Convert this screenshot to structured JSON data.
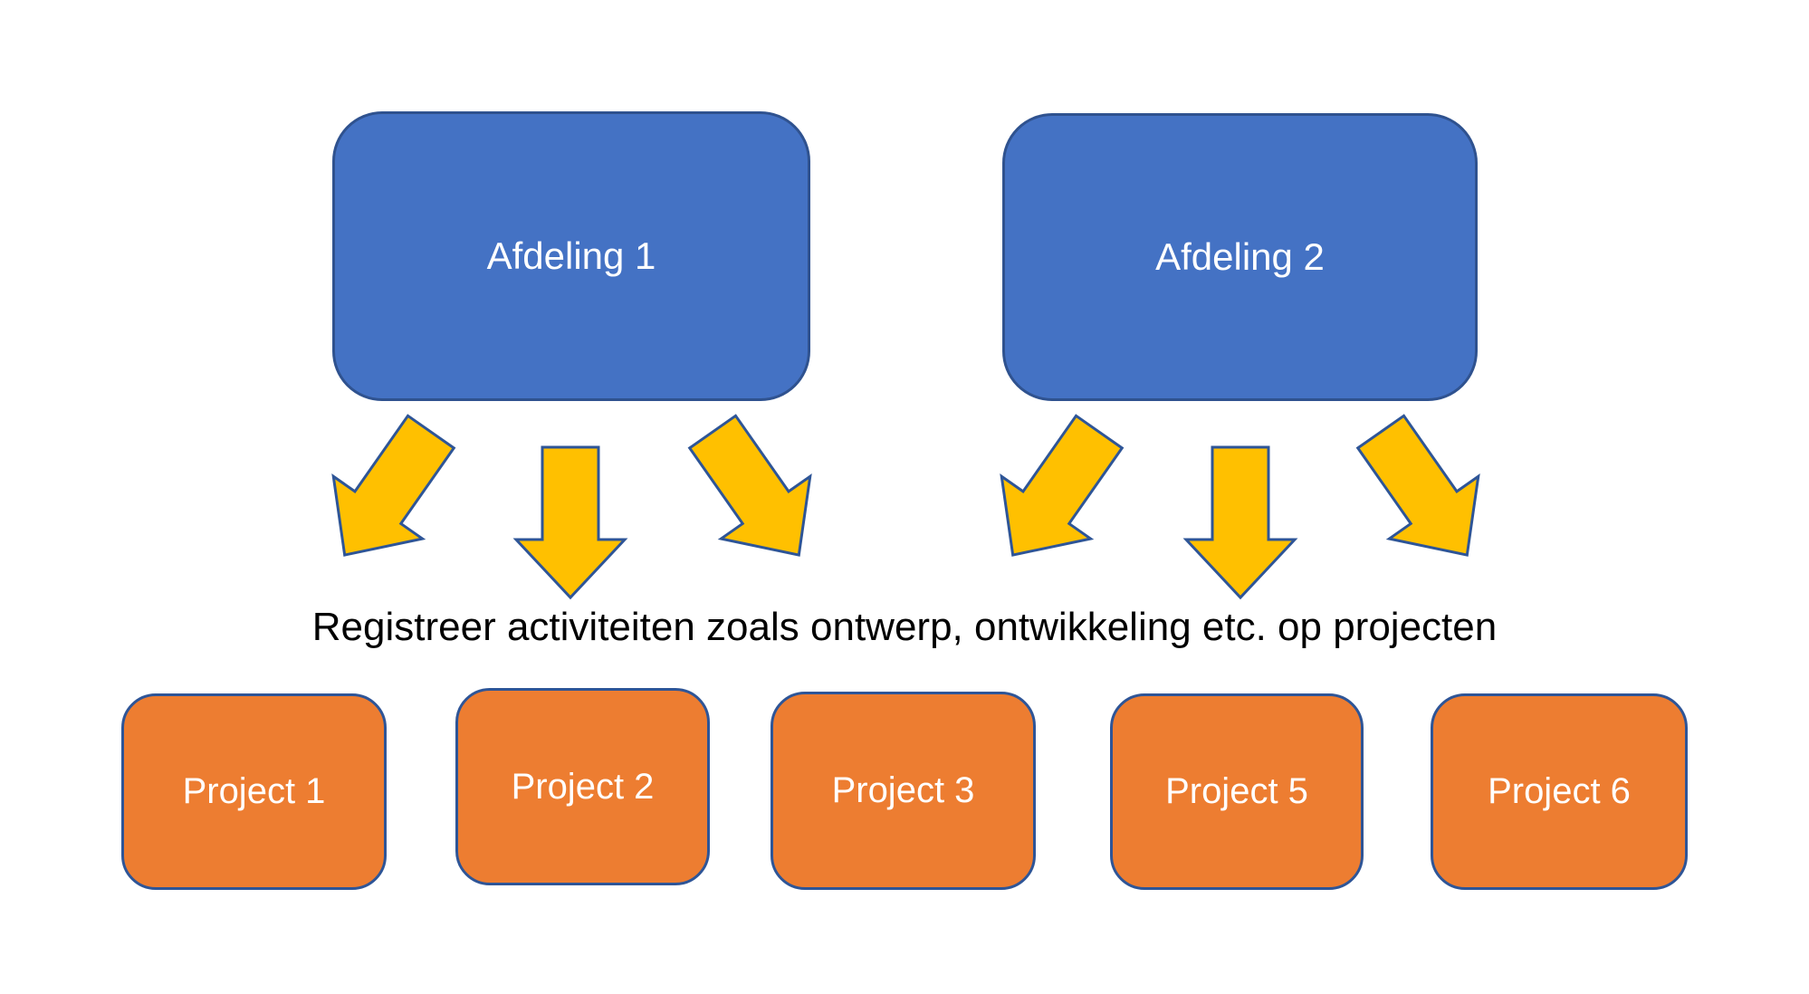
{
  "departments": [
    {
      "label": "Afdeling 1"
    },
    {
      "label": "Afdeling 2"
    }
  ],
  "arrows": [
    {
      "direction": "down-left",
      "from": "Afdeling 1"
    },
    {
      "direction": "down",
      "from": "Afdeling 1"
    },
    {
      "direction": "down-right",
      "from": "Afdeling 1"
    },
    {
      "direction": "down-left",
      "from": "Afdeling 2"
    },
    {
      "direction": "down",
      "from": "Afdeling 2"
    },
    {
      "direction": "down-right",
      "from": "Afdeling 2"
    }
  ],
  "caption": "Registreer activiteiten zoals ontwerp, ontwikkeling etc. op projecten",
  "projects": [
    {
      "label": "Project 1"
    },
    {
      "label": "Project 2"
    },
    {
      "label": "Project 3"
    },
    {
      "label": "Project 5"
    },
    {
      "label": "Project 6"
    }
  ],
  "colors": {
    "background": "#FFFFFF",
    "department_fill": "#4472C4",
    "department_border": "#2F528F",
    "arrow_fill": "#FFC000",
    "arrow_border": "#2E5597",
    "project_fill": "#ED7D31",
    "project_border": "#2E5597",
    "label_text": "#FFFFFF",
    "caption_text": "#000000"
  }
}
